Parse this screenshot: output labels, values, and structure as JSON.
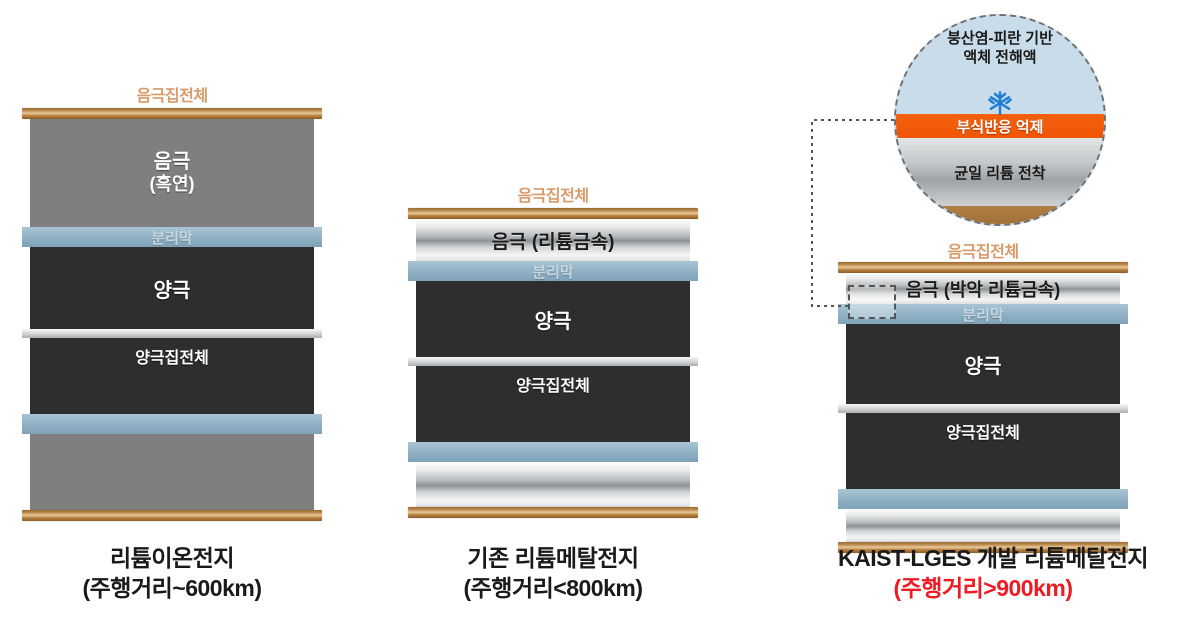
{
  "diagram": {
    "title_semantic": "battery-architecture-comparison"
  },
  "panels": [
    {
      "id": "lithium-ion",
      "collector_top_label": "음극집전체",
      "layers": [
        {
          "name": "anode",
          "label": "음극",
          "sublabel": "(흑연)",
          "style": "gray"
        },
        {
          "name": "separator",
          "label": "분리막",
          "style": "separator"
        },
        {
          "name": "cathode",
          "label": "양극",
          "style": "dark"
        },
        {
          "name": "cathode-collector",
          "label": "양극집전체",
          "style": "dark"
        },
        {
          "name": "separator-lower",
          "label": "",
          "style": "separator"
        },
        {
          "name": "anode-lower",
          "label": "",
          "style": "gray"
        }
      ],
      "caption_line1": "리튬이온전지",
      "caption_line2": "(주행거리~600km)",
      "caption_highlight": false
    },
    {
      "id": "conventional-lithium-metal",
      "collector_top_label": "음극집전체",
      "layers": [
        {
          "name": "anode",
          "label": "음극 (리튬금속)",
          "style": "metal"
        },
        {
          "name": "separator",
          "label": "분리막",
          "style": "separator"
        },
        {
          "name": "cathode",
          "label": "양극",
          "style": "dark"
        },
        {
          "name": "cathode-collector",
          "label": "양극집전체",
          "style": "dark"
        },
        {
          "name": "separator-lower",
          "label": "",
          "style": "separator"
        },
        {
          "name": "anode-lower",
          "label": "",
          "style": "metal"
        }
      ],
      "caption_line1": "기존 리튬메탈전지",
      "caption_line2": "(주행거리<800km)",
      "caption_highlight": false
    },
    {
      "id": "kaist-lges-lithium-metal",
      "collector_top_label": "음극집전체",
      "layers": [
        {
          "name": "anode",
          "label": "음극 (박악 리튬금속)",
          "style": "metal"
        },
        {
          "name": "separator",
          "label": "분리막",
          "style": "separator"
        },
        {
          "name": "cathode",
          "label": "양극",
          "style": "dark"
        },
        {
          "name": "cathode-collector",
          "label": "양극집전체",
          "style": "dark"
        },
        {
          "name": "separator-lower",
          "label": "",
          "style": "separator"
        },
        {
          "name": "anode-lower",
          "label": "",
          "style": "metal"
        }
      ],
      "caption_line1": "KAIST-LGES 개발 리튬메탈전지",
      "caption_line2": "(주행거리>900km)",
      "caption_highlight": true
    }
  ],
  "callout": {
    "electrolyte_line1": "붕산염-피란 기반",
    "electrolyte_line2": "액체 전해액",
    "orange_band_label": "부식반응 억제",
    "metal_label": "균일 리튬 전착",
    "icon": "snowflake-icon"
  },
  "colors": {
    "copper": "#b9833f",
    "gray_anode": "#7f7f7f",
    "separator_blue": "#8fb0c4",
    "cathode_dark": "#2e2e2e",
    "orange_band": "#ee5505",
    "collector_label": "#d89b6c",
    "highlight_red": "#ee1b24",
    "electrolyte_blue": "#c9dcea",
    "snowflake_blue": "#1f7fd4"
  }
}
